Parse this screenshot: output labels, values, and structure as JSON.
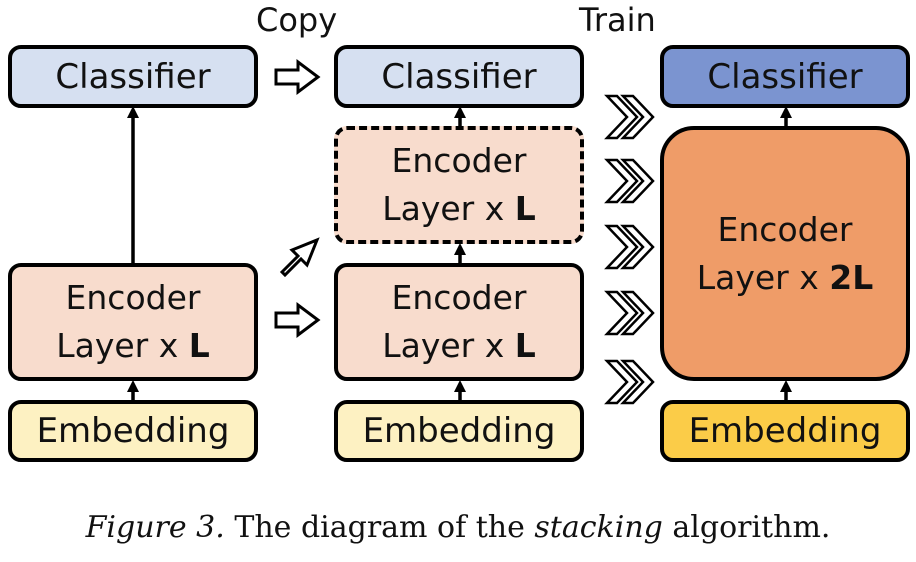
{
  "labels": {
    "copy": "Copy",
    "train": "Train"
  },
  "stages": [
    {
      "classifier": "Classifier",
      "encoder": {
        "line1": "Encoder",
        "line2_prefix": "Layer  x ",
        "multiplier": "L"
      },
      "embedding": "Embedding"
    },
    {
      "classifier": "Classifier",
      "encoder_copy": {
        "line1": "Encoder",
        "line2_prefix": "Layer  x ",
        "multiplier": "L"
      },
      "encoder": {
        "line1": "Encoder",
        "line2_prefix": "Layer  x ",
        "multiplier": "L"
      },
      "embedding": "Embedding"
    },
    {
      "classifier": "Classifier",
      "encoder": {
        "line1": "Encoder",
        "line2_prefix": "Layer  x ",
        "multiplier": "2L"
      },
      "embedding": "Embedding"
    }
  ],
  "caption": {
    "figure": "Figure 3.",
    "text_before": " The diagram of the ",
    "emphasis": "stacking",
    "text_after": " algorithm."
  },
  "colors": {
    "classifier_light": "#d6e0f1",
    "classifier_dark": "#7b94d0",
    "encoder_light": "#f8dccd",
    "encoder_dark": "#ef9c68",
    "embedding_light": "#fdf1c2",
    "embedding_dark": "#fbcc48"
  }
}
